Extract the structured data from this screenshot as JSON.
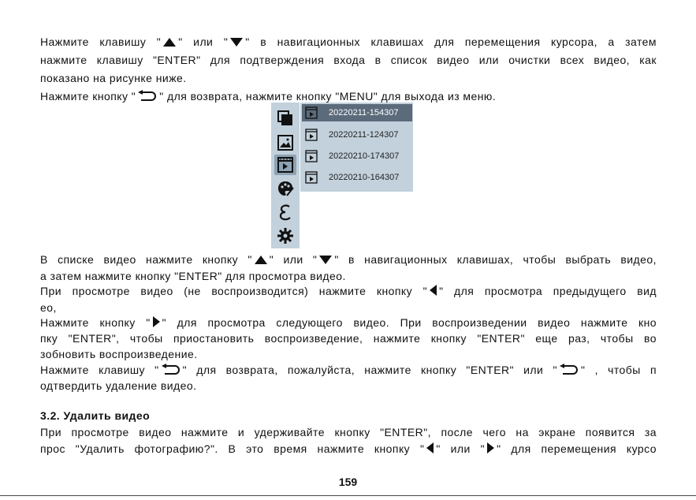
{
  "paragraph1": {
    "line1": {
      "a": "Нажмите клавишу \"",
      "b": "\" или \"",
      "c": "\" в навигационных клавишах для перемещения курсора, а затем"
    },
    "line2": "нажмите клавишу \"ENTER\" для подтверждения входа в список видео или очистки всех видео, как",
    "line3": "показано на рисунке ниже.",
    "line4": {
      "a": "Нажмите кнопку \"",
      "b": "\" для возврата, нажмите кнопку \"MENU\" для выхода из меню."
    }
  },
  "menu": {
    "sidebar_icons": [
      "all-files-icon",
      "photo-icon",
      "video-icon",
      "palette-icon",
      "exposure-icon",
      "settings-icon"
    ],
    "selected_sidebar_index": 2,
    "videos": [
      "20220211-154307",
      "20220211-124307",
      "20220210-174307",
      "20220210-164307"
    ],
    "selected_video_index": 0,
    "colors": {
      "panel_bg": "#c2d1dc",
      "selected_row": "#5b6b7b",
      "selected_icon_bg": "#8da2b3"
    }
  },
  "paragraph2": {
    "line1": {
      "a": "В списке видео нажмите кнопку \"",
      "b": "\" или \"",
      "c": "\" в навигационных клавишах, чтобы выбрать видео,"
    },
    "line2": "а затем нажмите кнопку \"ENTER\" для просмотра видео.",
    "line3": {
      "a": "При просмотре видео (не воспроизводится) нажмите кнопку \"",
      "b": "\" для просмотра предыдущего вид"
    },
    "line4": "ео,",
    "line5": {
      "a": "Нажмите кнопку \"",
      "b": "\" для просмотра следующего видео. При воспроизведении видео нажмите кно"
    },
    "line6": "пку \"ENTER\", чтобы приостановить воспроизведение, нажмите кнопку \"ENTER\" еще раз, чтобы во",
    "line7": "зобновить воспроизведение.",
    "line8": {
      "a": "Нажмите клавишу \"",
      "b": "\" для возврата, пожалуйста, нажмите кнопку \"ENTER\" или \"",
      "c": "\" , чтобы п"
    },
    "line9": "одтвердить удаление видео."
  },
  "section": {
    "heading": "3.2. Удалить видео",
    "line1": "При просмотре видео нажмите и удерживайте кнопку \"ENTER\", после чего на экране появится за",
    "line2": {
      "a": "прос \"Удалить фотографию?\". В это время нажмите кнопку \"",
      "b": "\" или \"",
      "c": "\" для перемещения курсо"
    }
  },
  "page_number": "159"
}
